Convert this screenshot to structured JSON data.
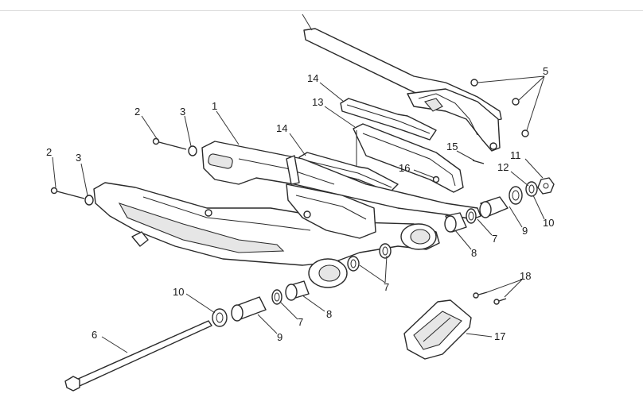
{
  "callouts": [
    {
      "id": "c1",
      "text": "1"
    },
    {
      "id": "c2a",
      "text": "2"
    },
    {
      "id": "c2b",
      "text": "2"
    },
    {
      "id": "c3a",
      "text": "3"
    },
    {
      "id": "c3b",
      "text": "3"
    },
    {
      "id": "c5",
      "text": "5"
    },
    {
      "id": "c6",
      "text": "6"
    },
    {
      "id": "c7a",
      "text": "7"
    },
    {
      "id": "c7b",
      "text": "7"
    },
    {
      "id": "c7c",
      "text": "7"
    },
    {
      "id": "c8a",
      "text": "8"
    },
    {
      "id": "c8b",
      "text": "8"
    },
    {
      "id": "c9a",
      "text": "9"
    },
    {
      "id": "c9b",
      "text": "9"
    },
    {
      "id": "c10a",
      "text": "10"
    },
    {
      "id": "c10b",
      "text": "10"
    },
    {
      "id": "c11",
      "text": "11"
    },
    {
      "id": "c12",
      "text": "12"
    },
    {
      "id": "c13",
      "text": "13"
    },
    {
      "id": "c14a",
      "text": "14"
    },
    {
      "id": "c14b",
      "text": "14"
    },
    {
      "id": "c15",
      "text": "15"
    },
    {
      "id": "c16",
      "text": "16"
    },
    {
      "id": "c17",
      "text": "17"
    },
    {
      "id": "c18",
      "text": "18"
    }
  ],
  "parts": [
    "swingarm",
    "chain-guard",
    "chain-slider-upper",
    "chain-slider-lower",
    "chain-guide-frame",
    "swingarm-spindle",
    "spindle-bolt",
    "washer",
    "bearing-sleeve",
    "needle-bearing",
    "seal",
    "adjuster-nut",
    "hugger-bracket",
    "hugger-bolt",
    "chain-guard-bolt"
  ]
}
